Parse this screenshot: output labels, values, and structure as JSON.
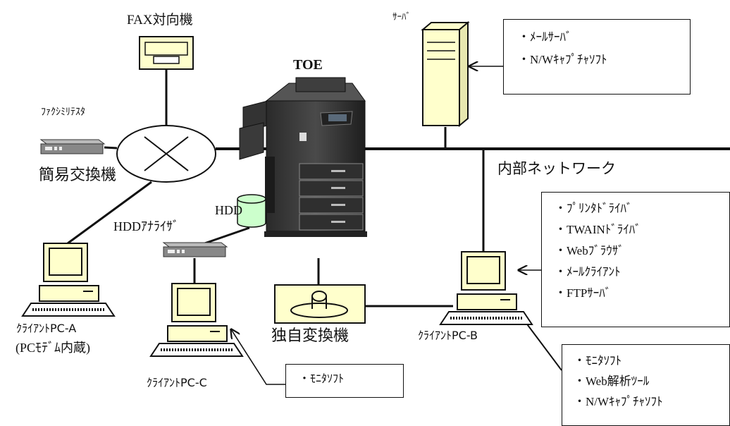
{
  "labels": {
    "fax_peer": "FAX対向機",
    "toe": "TOE",
    "server": "ｻｰﾊﾞ",
    "fax_tester": "ﾌｧｸｼﾐﾘﾃｽﾀ",
    "simple_exchange": "簡易交換機",
    "internal_network": "内部ネットワーク",
    "hdd": "HDD",
    "hdd_analyzer": "HDDｱﾅﾗｲｻﾞ",
    "client_a_line1": "ｸﾗｲｱﾝﾄPC-A",
    "client_a_line2": "(PCﾓﾃﾞﾑ内蔵)",
    "client_c": "ｸﾗｲｱﾝﾄPC-C",
    "custom_converter": "独自変換機",
    "client_b": "ｸﾗｲｱﾝﾄPC-B"
  },
  "server_box": [
    "ﾒｰﾙｻｰﾊﾞ",
    "N/Wｷｬﾌﾟﾁｬｿﾌﾄ"
  ],
  "client_b_box": [
    "ﾌﾟﾘﾝﾀﾄﾞﾗｲﾊﾞ",
    "TWAINﾄﾞﾗｲﾊﾞ",
    "Webﾌﾞﾗｳｻﾞ",
    "ﾒｰﾙｸﾗｲｱﾝﾄ",
    "FTPｻｰﾊﾞ"
  ],
  "client_c_box": [
    "ﾓﾆﾀｿﾌﾄ"
  ],
  "analysis_box": [
    "ﾓﾆﾀｿﾌﾄ",
    "Web解析ﾂｰﾙ",
    "N/Wｷｬﾌﾟﾁｬｿﾌﾄ"
  ],
  "colors": {
    "device_fill": "#ffffcc",
    "hdd_fill": "#ccffcc",
    "line": "#111111"
  }
}
